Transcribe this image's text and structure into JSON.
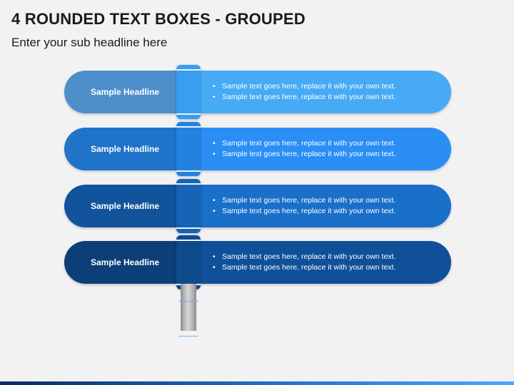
{
  "page": {
    "title": "4 ROUNDED TEXT BOXES - GROUPED",
    "subtitle": "Enter your sub headline here"
  },
  "rows": [
    {
      "headline": "Sample Headline",
      "bullets": [
        "Sample text goes here, replace it with your own text.",
        "Sample text goes here, replace it with your own text."
      ],
      "colors": {
        "left": "#4d8fcb",
        "right": "#46aaf5",
        "connector": "#3a9ef0"
      }
    },
    {
      "headline": "Sample Headline",
      "bullets": [
        "Sample text goes here, replace it with your own text.",
        "Sample text goes here, replace it with your own text."
      ],
      "colors": {
        "left": "#1f73c9",
        "right": "#2a8ef5",
        "connector": "#2381e0"
      }
    },
    {
      "headline": "Sample Headline",
      "bullets": [
        "Sample text goes here, replace it with your own text.",
        "Sample text goes here, replace it with your own text."
      ],
      "colors": {
        "left": "#12549c",
        "right": "#1a6fc9",
        "connector": "#1763b5"
      }
    },
    {
      "headline": "Sample Headline",
      "bullets": [
        "Sample text goes here, replace it with your own text.",
        "Sample text goes here, replace it with your own text."
      ],
      "colors": {
        "left": "#0c3f78",
        "right": "#0f5099",
        "connector": "#0f4a8c"
      }
    }
  ]
}
